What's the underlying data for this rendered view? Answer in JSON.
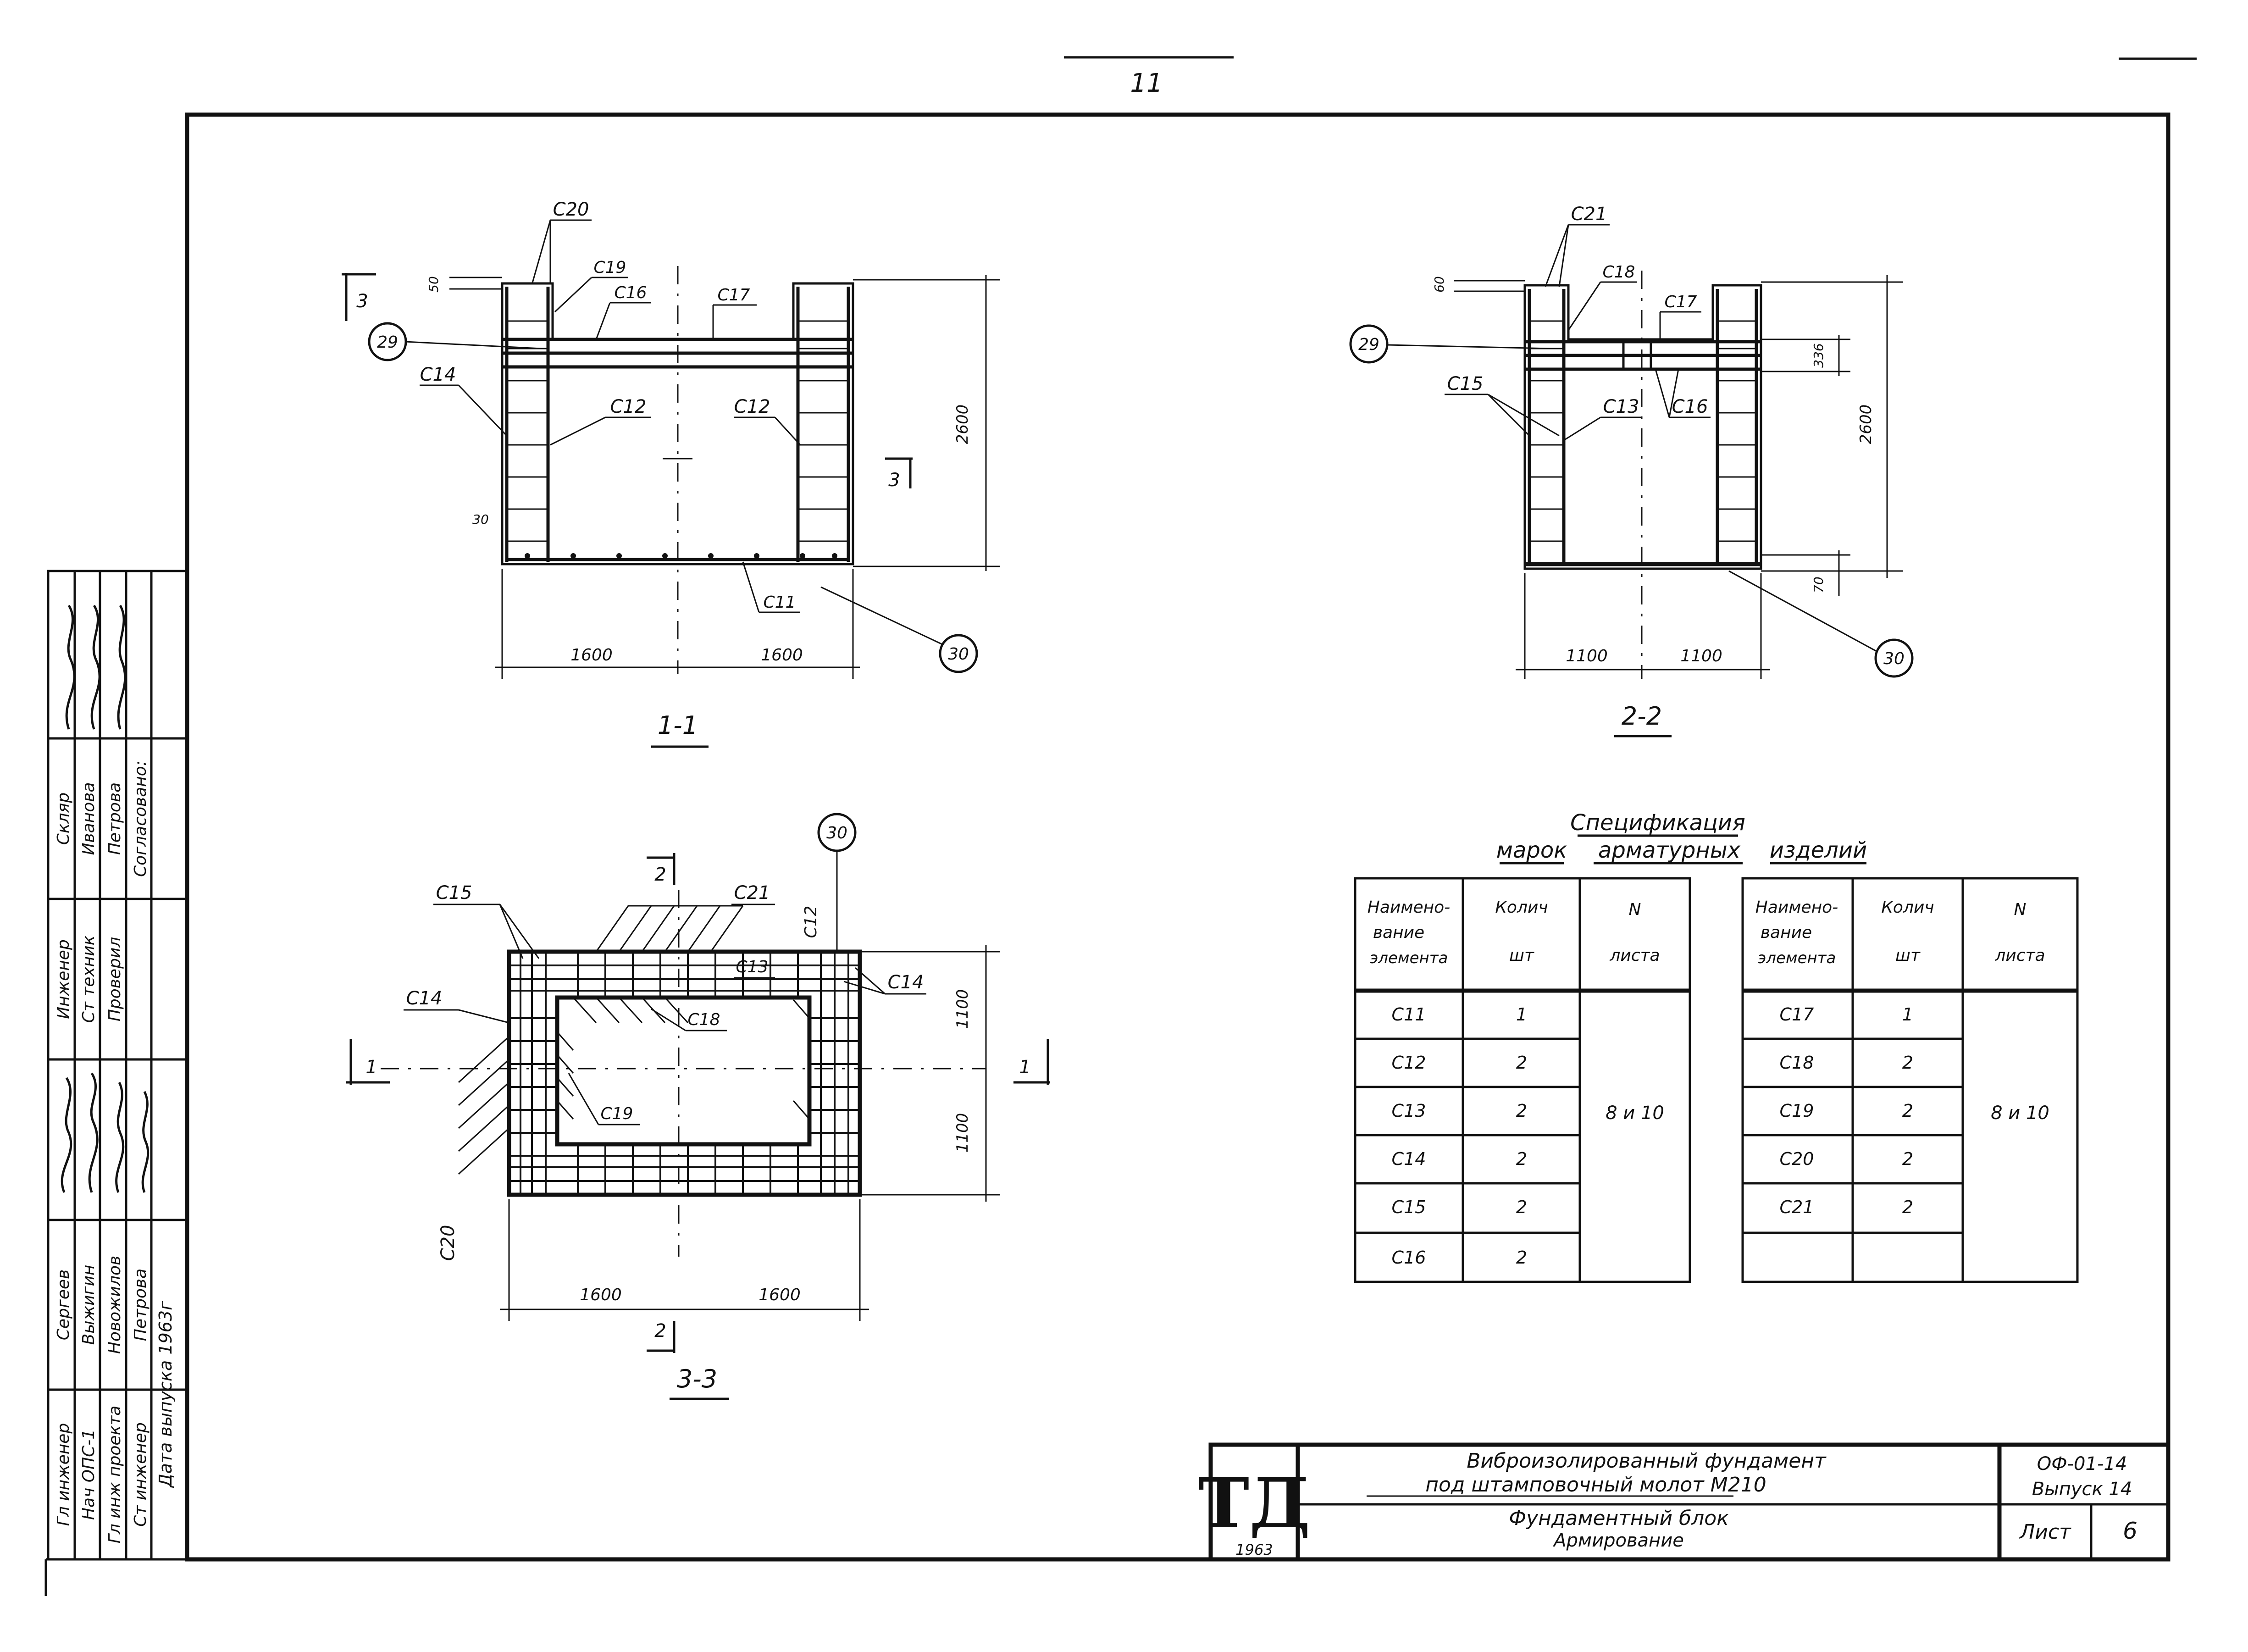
{
  "page_number": "11",
  "sections": {
    "s11": {
      "title": "1-1",
      "dims": {
        "left": "1600",
        "right": "1600",
        "height": "2600",
        "top": "50",
        "side": "30"
      },
      "labels": {
        "c20": "С20",
        "c19": "С19",
        "c16": "С16",
        "c17": "С17",
        "c14": "С14",
        "c12a": "С12",
        "c12b": "С12",
        "c11": "С11"
      },
      "callouts": {
        "a": "29",
        "b": "30"
      },
      "cut_marks": {
        "top": "3",
        "side": "3"
      }
    },
    "s22": {
      "title": "2-2",
      "dims": {
        "left": "1100",
        "right": "1100",
        "height": "2600",
        "top": "60",
        "inner": "336",
        "bottom": "70"
      },
      "labels": {
        "c21": "С21",
        "c18": "С18",
        "c17": "С17",
        "c15": "С15",
        "c13": "С13",
        "c16": "С16"
      },
      "callouts": {
        "a": "29",
        "b": "30"
      }
    },
    "s33": {
      "title": "3-3",
      "dims": {
        "left": "1600",
        "right": "1600",
        "top": "1100",
        "bottom": "1100"
      },
      "labels": {
        "c15": "С15",
        "c21": "С21",
        "c12": "С12",
        "c14a": "С14",
        "c14b": "С14",
        "c13": "С13",
        "c18": "С18",
        "c19": "С19",
        "c20": "С20"
      },
      "callouts": {
        "a": "30"
      },
      "cut_marks": {
        "top": "2",
        "bottom": "2",
        "left": "1",
        "right": "1"
      }
    }
  },
  "spec": {
    "title_line1": "Спецификация",
    "title_line2a": "марок",
    "title_line2b": "арматурных",
    "title_line2c": "изделий",
    "headers": {
      "name": [
        "Наимено-",
        "вание",
        "элемента"
      ],
      "qty": [
        "Колич",
        "шт"
      ],
      "sheet": [
        "N",
        "листа"
      ]
    },
    "left_rows": [
      {
        "name": "С11",
        "qty": "1"
      },
      {
        "name": "С12",
        "qty": "2"
      },
      {
        "name": "С13",
        "qty": "2"
      },
      {
        "name": "С14",
        "qty": "2"
      },
      {
        "name": "С15",
        "qty": "2"
      },
      {
        "name": "С16",
        "qty": "2"
      }
    ],
    "left_sheet": "8 и 10",
    "right_rows": [
      {
        "name": "С17",
        "qty": "1"
      },
      {
        "name": "С18",
        "qty": "2"
      },
      {
        "name": "С19",
        "qty": "2"
      },
      {
        "name": "С20",
        "qty": "2"
      },
      {
        "name": "С21",
        "qty": "2"
      }
    ],
    "right_sheet": "8 и 10"
  },
  "title_block": {
    "logo": "ТД",
    "year": "1963",
    "line1": "Виброизолированный фундамент",
    "line2": "под штамповочный молот М210",
    "line3": "Фундаментный блок",
    "line4": "Армирование",
    "code": "ОФ-01-14",
    "issue": "Выпуск 14",
    "sheet_label": "Лист",
    "sheet_no": "6"
  },
  "stamp": {
    "roles": [
      "Гл инженер",
      "Нач ОПС-1",
      "Гл инж проекта",
      "Ст инженер",
      "Дата выпуска 1963г"
    ],
    "names": [
      "Сергеев",
      "Выжигин",
      "Новожилов",
      "Петрова"
    ],
    "roles2": [
      "Инженер",
      "Ст техник",
      "Проверил"
    ],
    "col3": [
      "Скляр",
      "Иванова",
      "Петрова",
      "Согласовано:"
    ]
  }
}
